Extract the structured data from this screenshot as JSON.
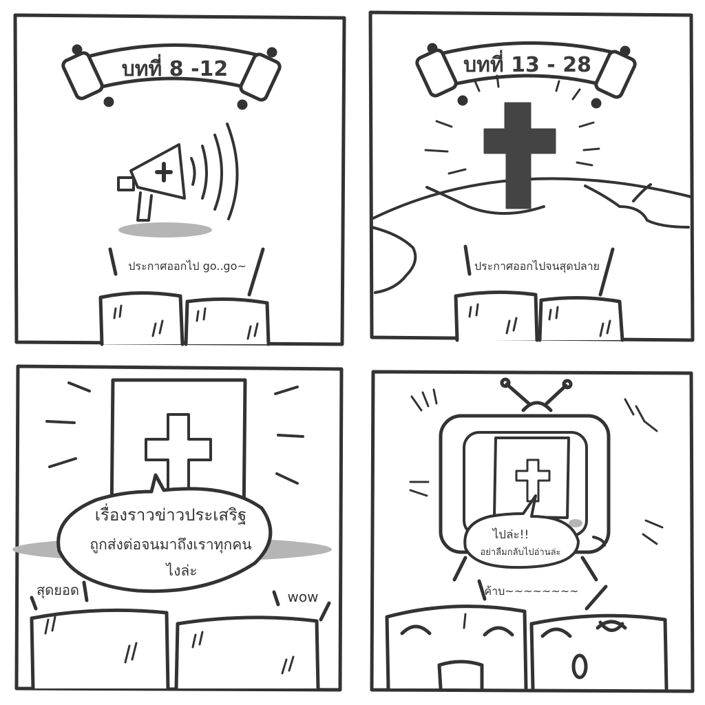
{
  "colors": {
    "ink": "#333333",
    "fill_dark": "#444444",
    "shadow": "#b5b5b5",
    "paper": "#ffffff"
  },
  "panels": [
    {
      "banner": "บทที่ 8 -12",
      "caption": "ประกาศออกไป go..go~"
    },
    {
      "banner": "บทที่ 13 - 28",
      "caption": "ประกาศออกไปจนสุดปลาย"
    },
    {
      "speech_lines": [
        "เรื่องราวข่าวประเสริฐ",
        "ถูกส่งต่อจนมาถึงเราทุกคน",
        "ไงล่ะ"
      ],
      "left_exclaim": "สุดยอด",
      "right_exclaim": "wow"
    },
    {
      "speech_lines": [
        "ไปล่ะ!!",
        "อย่าลืมกลับไปอ่านล่ะ"
      ],
      "bottom_caption": "ค้าบ~~~~~~~~"
    }
  ],
  "icons": [
    "scroll-banner-icon",
    "megaphone-icon",
    "cross-icon",
    "globe-icon",
    "book-icon",
    "tv-icon"
  ]
}
